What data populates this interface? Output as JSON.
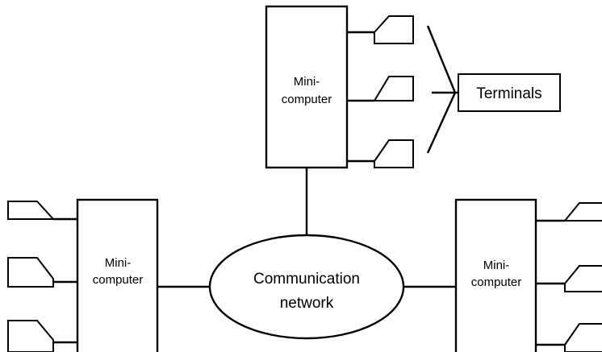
{
  "diagram": {
    "top_computer": {
      "line1": "Mini-",
      "line2": "computer"
    },
    "left_computer": {
      "line1": "Mini-",
      "line2": "computer"
    },
    "right_computer": {
      "line1": "Mini-",
      "line2": "computer"
    },
    "network": {
      "line1": "Communication",
      "line2": "network"
    },
    "terminals_label": "Terminals"
  }
}
